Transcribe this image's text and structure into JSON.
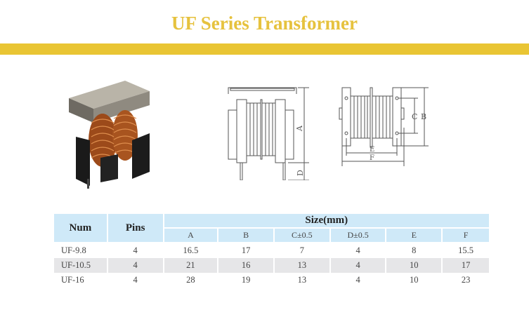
{
  "title": "UF Series Transformer",
  "table": {
    "headers": {
      "num": "Num",
      "pins": "Pins",
      "size": "Size(mm)"
    },
    "size_columns": [
      "A",
      "B",
      "C±0.5",
      "D±0.5",
      "E",
      "F"
    ],
    "rows": [
      {
        "num": "UF-9.8",
        "pins": "4",
        "values": [
          "16.5",
          "17",
          "7",
          "4",
          "8",
          "15.5"
        ]
      },
      {
        "num": "UF-10.5",
        "pins": "4",
        "values": [
          "21",
          "16",
          "13",
          "4",
          "10",
          "17"
        ]
      },
      {
        "num": "UF-16",
        "pins": "4",
        "values": [
          "28",
          "19",
          "13",
          "4",
          "10",
          "23"
        ]
      }
    ]
  },
  "drawing_labels": {
    "a": "A",
    "b": "B",
    "c": "C",
    "d": "D",
    "e": "E",
    "f": "F"
  },
  "colors": {
    "accent": "#e9c534",
    "header_bg": "#cfe9f8",
    "alt_row": "#e6e6e8"
  }
}
